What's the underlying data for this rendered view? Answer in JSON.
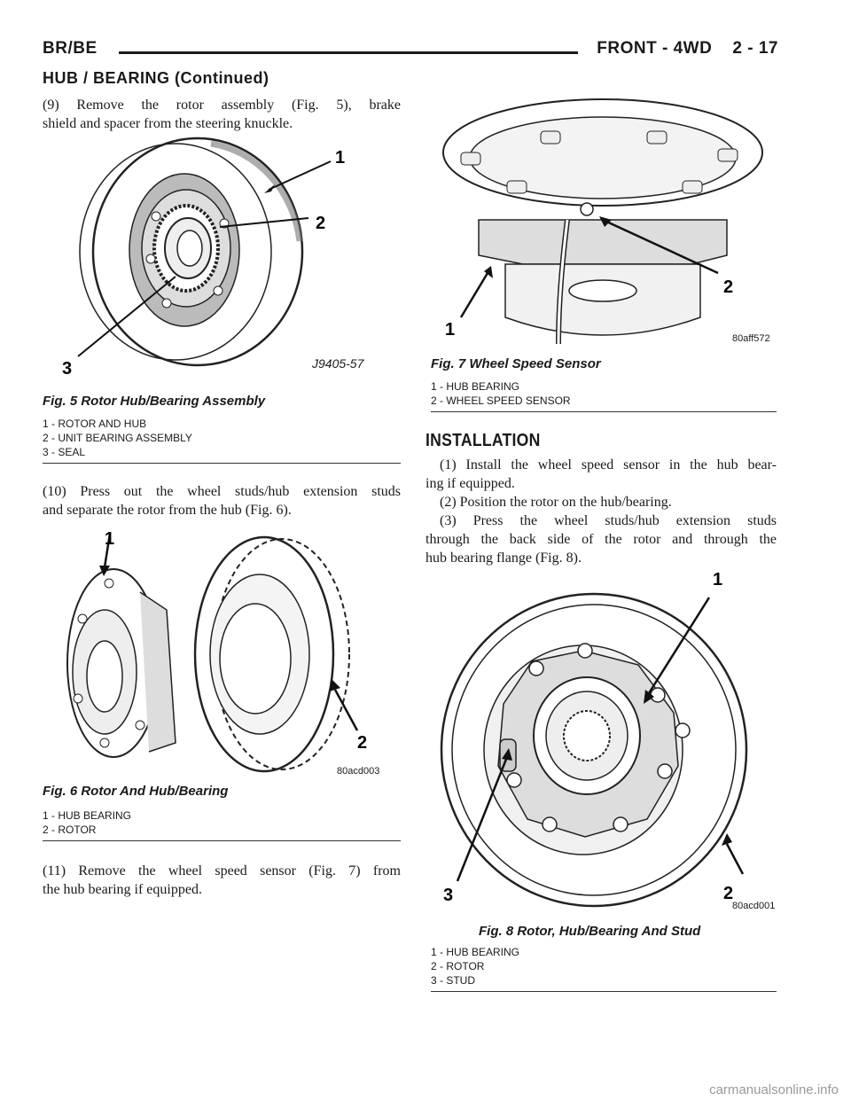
{
  "header": {
    "left": "BR/BE",
    "right": "FRONT - 4WD    2 - 17"
  },
  "subheading": "HUB / BEARING (Continued)",
  "left": {
    "para1": [
      "(9) Remove the rotor assembly (Fig. 5), brake",
      "shield and spacer from the steering knuckle."
    ],
    "fig5": {
      "code": "J9405-57",
      "title": "Fig. 5 Rotor Hub/Bearing Assembly",
      "callouts": [
        "1",
        "2",
        "3"
      ],
      "legend": [
        "1 - ROTOR AND HUB",
        "2 - UNIT BEARING ASSEMBLY",
        "3 - SEAL"
      ]
    },
    "para2": [
      "(10) Press out the wheel studs/hub extension studs",
      "and separate the rotor from the hub (Fig. 6)."
    ],
    "fig6": {
      "code": "80acd003",
      "title": "Fig. 6 Rotor And Hub/Bearing",
      "callouts": [
        "1",
        "2"
      ],
      "legend": [
        "1 - HUB BEARING",
        "2 - ROTOR"
      ]
    },
    "para3": [
      "(11) Remove the wheel speed sensor (Fig. 7) from",
      "the hub bearing if equipped."
    ]
  },
  "right": {
    "fig7": {
      "code": "80aff572",
      "title": "Fig. 7 Wheel Speed Sensor",
      "callouts": [
        "1",
        "2"
      ],
      "legend": [
        "1 - HUB BEARING",
        "2 - WHEEL SPEED SENSOR"
      ]
    },
    "section_title": "INSTALLATION",
    "steps": [
      [
        "(1) Install the wheel speed sensor in the hub bear-",
        "ing if equipped."
      ],
      [
        "(2) Position the rotor on the hub/bearing."
      ],
      [
        "(3) Press the wheel studs/hub extension studs",
        "through the back side of the rotor and through the",
        "hub bearing flange (Fig. 8)."
      ]
    ],
    "fig8": {
      "code": "80acd001",
      "title": "Fig. 8 Rotor, Hub/Bearing And Stud",
      "callouts": [
        "1",
        "2",
        "3"
      ],
      "legend": [
        "1 - HUB BEARING",
        "2 - ROTOR",
        "3 - STUD"
      ]
    }
  },
  "watermark": "carmanualsonline.info"
}
